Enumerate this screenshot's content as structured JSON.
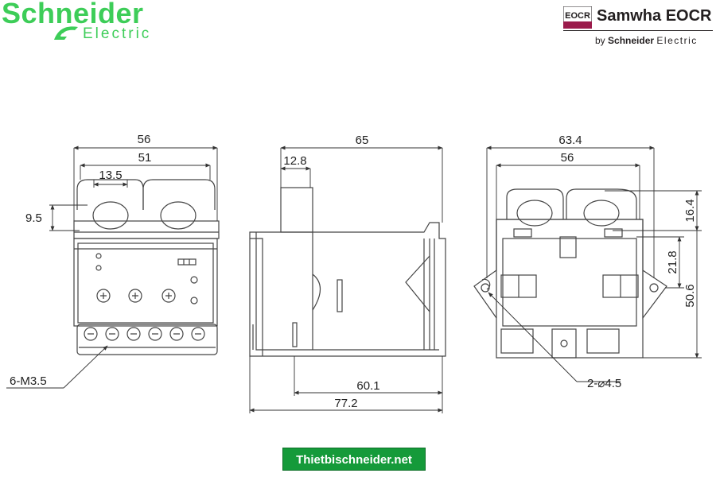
{
  "brand": {
    "left_logo": {
      "word": "Schneider",
      "sub": "Electric"
    },
    "right_logo": {
      "badge": "EOCR",
      "name": "Samwha EOCR",
      "by": "by",
      "by_brand": "Schneider",
      "by_suffix": "Electric"
    }
  },
  "colors": {
    "schneider_green": "#3dcd58",
    "badge_red": "#9b1b4b",
    "footer_green": "#159a3a",
    "line": "#444444"
  },
  "front_view": {
    "dims": {
      "overall_width": "56",
      "inner_width": "51",
      "window_pitch": "13.5",
      "window_height": "9.5",
      "screws": "6-M3.5"
    }
  },
  "side_view": {
    "dims": {
      "overall": "65",
      "tab": "12.8",
      "base": "60.1",
      "total": "77.2"
    }
  },
  "back_view": {
    "dims": {
      "overall_width": "63.4",
      "inner_width": "56",
      "top_offset": "16.4",
      "mid_offset": "21.8",
      "height": "50.6",
      "holes": "2-⌀4.5"
    }
  },
  "footer": {
    "website": "Thietbischneider.net"
  }
}
